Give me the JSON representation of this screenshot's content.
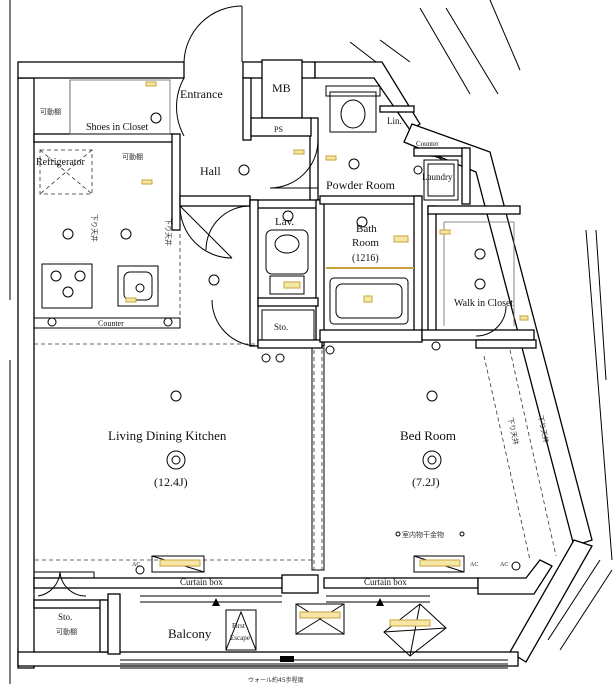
{
  "rooms": {
    "entrance": "Entrance",
    "mb": "MB",
    "ps": "PS",
    "shoes_in_closet": "Shoes in Closet",
    "refrigerator": "Refrigerator",
    "hall": "Hall",
    "lav": "Lav.",
    "lin": "Lin.",
    "powder_room": "Powder Room",
    "laundry": "Laundry",
    "counter_small": "Counter",
    "bath_room_line1": "Bath",
    "bath_room_line2": "Room",
    "bath_size": "(1216)",
    "walk_in_closet": "Walk in Closet",
    "sto_center": "Sto.",
    "counter": "Counter",
    "living_dining_kitchen": "Living Dining Kitchen",
    "ldk_size": "(12.4J)",
    "bed_room": "Bed Room",
    "bed_size": "(7.2J)",
    "curtain_box_left": "Curtain box",
    "curtain_box_right": "Curtain box",
    "balcony": "Balcony",
    "sto_balcony": "Sto.",
    "first_escape_line1": "First",
    "first_escape_line2": "Escape"
  },
  "jp_labels": {
    "kadoudana_1": "可動棚",
    "kadoudana_2": "可動棚",
    "kadoudana_3": "可動棚",
    "sagari_1": "下り天井",
    "sagari_2": "下り天井",
    "sagari_3": "下り天井",
    "sagari_4": "下り天井",
    "shitsunai_hoshi": "室内物干金物",
    "bottom_note": "ウォール約45歩程度"
  },
  "marks": {
    "ac_left": "AC",
    "ac_right": "AC",
    "ac_right2": "AC"
  }
}
